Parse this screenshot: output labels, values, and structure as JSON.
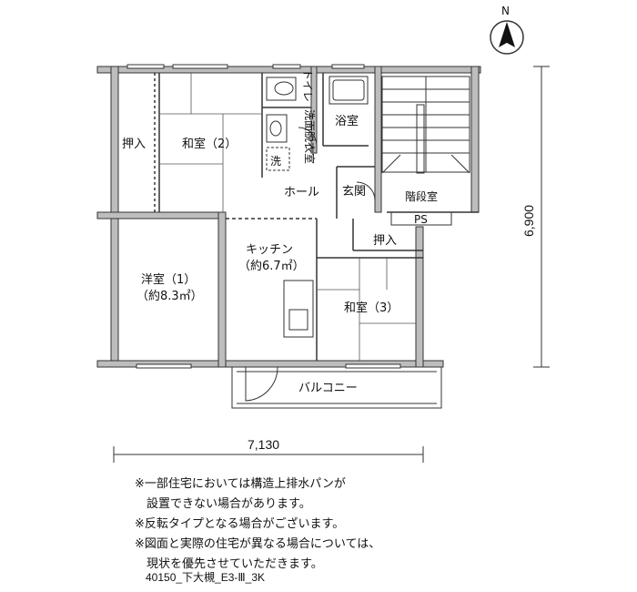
{
  "compass": {
    "north": "N"
  },
  "rooms": {
    "washitsu2": "和室（2）",
    "oshiire1": "押入",
    "toilet": "トイレ",
    "senmen": "洗面脱衣室",
    "washer": "洗",
    "bath": "浴室",
    "hall": "ホール",
    "entrance": "玄関",
    "stair": "階段室",
    "ps": "PS",
    "oshiire2": "押入",
    "kitchen": "キッチン",
    "kitchen_area": "（約6.7㎡）",
    "youshitsu1": "洋室（1）",
    "youshitsu1_area": "（約8.3㎡）",
    "washitsu3": "和室（3）",
    "balcony": "バルコニー"
  },
  "dimensions": {
    "width": "7,130",
    "height": "6,900"
  },
  "notes": [
    "※一部住宅においては構造上排水パンが",
    "　設置できない場合があります。",
    "※反転タイプとなる場合がございます。",
    "※図面と実際の住宅が異なる場合については、",
    "　現状を優先させていただきます。"
  ],
  "plan_code": "40150_下大槻_E3-Ⅲ_3K"
}
